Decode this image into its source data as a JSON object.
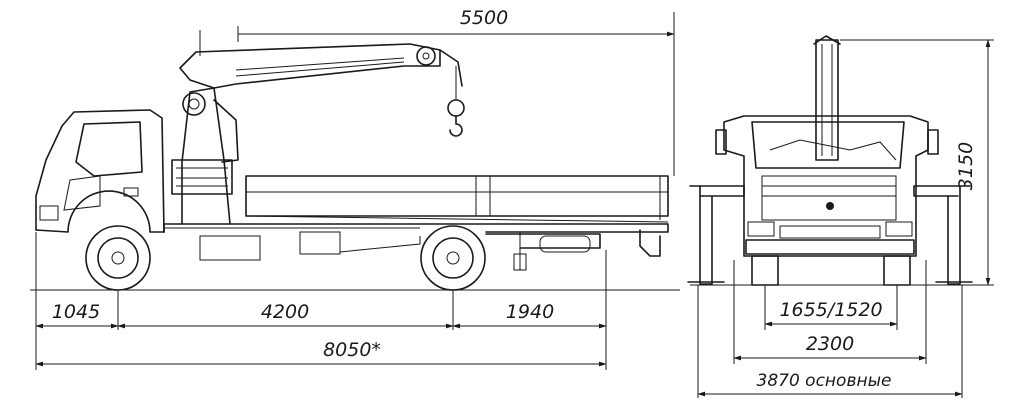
{
  "dimensions": {
    "crane_reach": "5500",
    "front_overhang": "1045",
    "wheelbase": "4200",
    "rear_overhang": "1940",
    "overall_length": "8050*",
    "height": "3150",
    "track": "1655/1520",
    "width": "2300",
    "outrigger_span": "3870 основные"
  },
  "colors": {
    "ink": "#1a1a1a",
    "paper": "#ffffff"
  }
}
